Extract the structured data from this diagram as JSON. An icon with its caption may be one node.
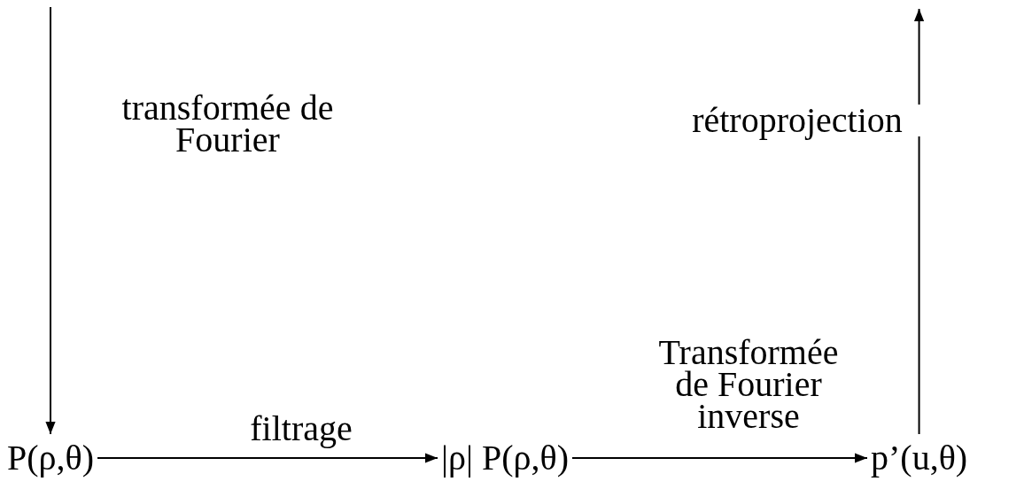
{
  "diagram": {
    "nodes": [
      {
        "text": [
          "P(ρ,θ)"
        ]
      },
      {
        "text": [
          "|ρ| P(ρ,θ)"
        ]
      },
      {
        "text": [
          "p’(u,θ)"
        ]
      }
    ],
    "edges": [
      {
        "from": null,
        "to": 0,
        "arrow": "to",
        "label": "transformée de Fourier"
      },
      {
        "from": 0,
        "to": 1,
        "arrow": "to",
        "label": "filtrage"
      },
      {
        "from": 1,
        "to": 2,
        "arrow": "to",
        "label": "Transformée de Fourier inverse"
      },
      {
        "from": 2,
        "to": null,
        "arrow": "to",
        "label": "rétroprojection"
      }
    ]
  }
}
